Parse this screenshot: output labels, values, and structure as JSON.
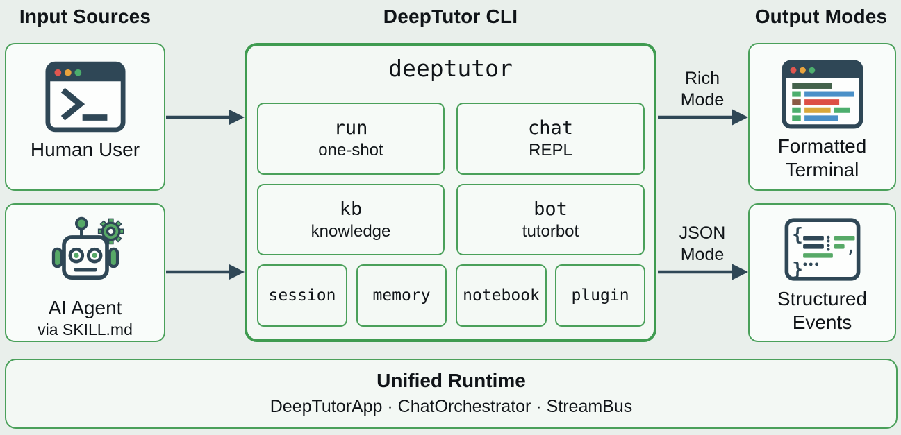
{
  "colors": {
    "background": "#e9efeb",
    "box_fill": "#f9fcfa",
    "accent_green": "#4aa05a",
    "cli_border_green": "#3f9b50",
    "dark_slate": "#2f4756",
    "icon_green": "#57a967",
    "dot_red": "#e0564f",
    "dot_yellow": "#e8a33d",
    "dot_green": "#4cae6d",
    "bar_dark_green": "#44624b",
    "bar_blue": "#4a90c8",
    "bar_red": "#dd4f44",
    "bar_yellow": "#d8a83b",
    "bar_brown": "#8a5a44"
  },
  "headers": {
    "inputs": "Input Sources",
    "cli": "DeepTutor CLI",
    "outputs": "Output Modes"
  },
  "inputs": {
    "human": {
      "label": "Human User",
      "icon": "terminal-window-icon"
    },
    "agent": {
      "label": "AI Agent",
      "sublabel": "via SKILL.md",
      "icon": "robot-gear-icon"
    }
  },
  "cli": {
    "title": "deeptutor",
    "commands": [
      {
        "name": "run",
        "subtitle": "one-shot"
      },
      {
        "name": "chat",
        "subtitle": "REPL"
      },
      {
        "name": "kb",
        "subtitle": "knowledge"
      },
      {
        "name": "bot",
        "subtitle": "tutorbot"
      }
    ],
    "subcommands": [
      "session",
      "memory",
      "notebook",
      "plugin"
    ]
  },
  "outputs": {
    "rich": {
      "mode_label": "Rich Mode",
      "label": "Formatted Terminal",
      "icon": "formatted-terminal-icon"
    },
    "json": {
      "mode_label": "JSON Mode",
      "label": "Structured Events",
      "icon": "structured-events-icon"
    }
  },
  "runtime": {
    "title": "Unified Runtime",
    "components": "DeepTutorApp · ChatOrchestrator · StreamBus"
  }
}
